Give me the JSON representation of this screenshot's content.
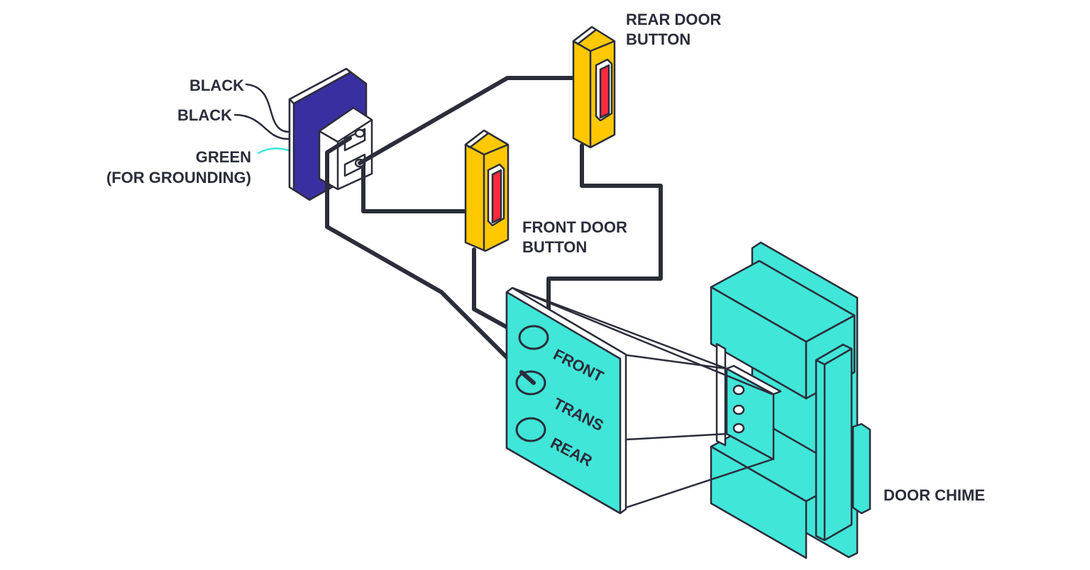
{
  "labels": {
    "black_1": "BLACK",
    "black_2": "BLACK",
    "green": "GREEN",
    "green_note": "(FOR GROUNDING)",
    "rear_door_line1": "REAR DOOR",
    "rear_door_line2": "BUTTON",
    "front_door_line1": "FRONT DOOR",
    "front_door_line2": "BUTTON",
    "door_chime": "DOOR CHIME"
  },
  "terminal_block": {
    "front": "FRONT",
    "trans": "TRANS",
    "rear": "REAR"
  },
  "colors": {
    "transformer": "#3a2fa0",
    "button_body": "#ffc800",
    "button_plunger": "#ff2a3c",
    "chime": "#40e6d8",
    "wire": "#2b2d3a",
    "ground_wire": "#40e6d8",
    "outline": "#2b2d3a"
  }
}
